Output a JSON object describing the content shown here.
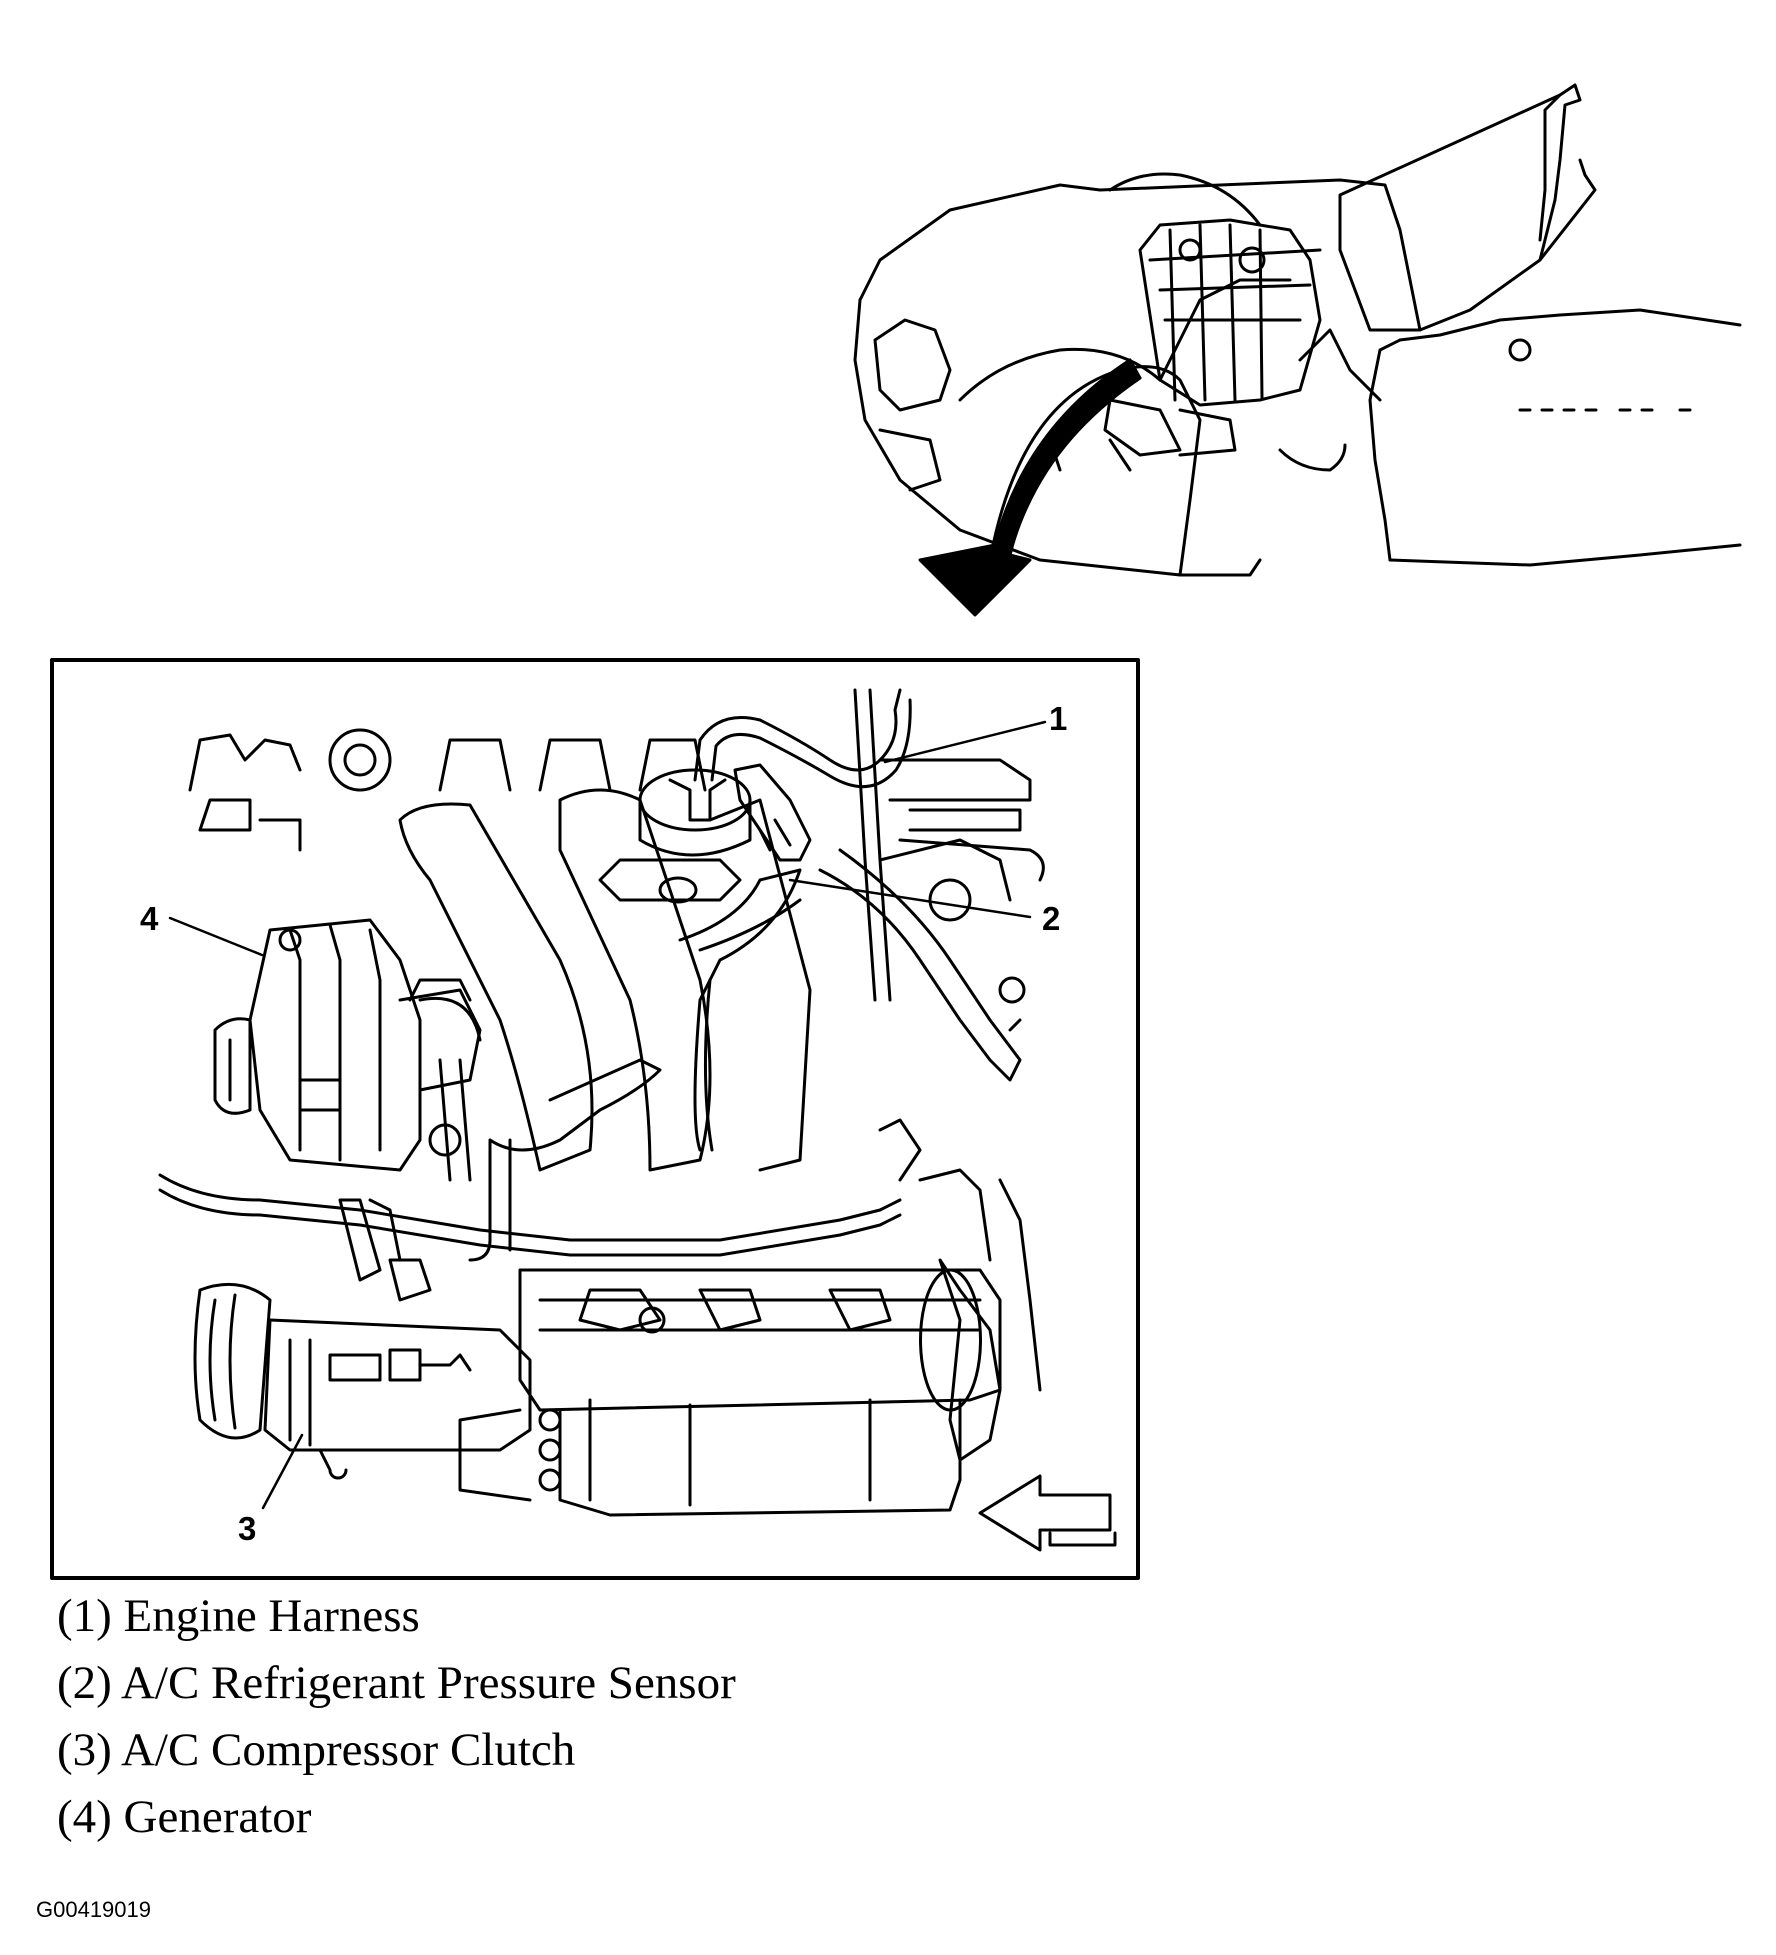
{
  "callouts": [
    {
      "num": "1",
      "name": "Engine Harness"
    },
    {
      "num": "2",
      "name": "A/C Refrigerant Pressure Sensor"
    },
    {
      "num": "3",
      "name": "A/C Compressor Clutch"
    },
    {
      "num": "4",
      "name": "Generator"
    }
  ],
  "legend": [
    "(1) Engine Harness",
    "(2) A/C Refrigerant Pressure Sensor",
    "(3) A/C Compressor Clutch",
    "(4) Generator"
  ],
  "figure_code": "G00419019",
  "icons": {
    "zoom_arrow": "curved-down-arrow-icon",
    "view_arrow": "left-arrow-icon"
  },
  "colors": {
    "ink": "#000000",
    "paper": "#ffffff"
  }
}
